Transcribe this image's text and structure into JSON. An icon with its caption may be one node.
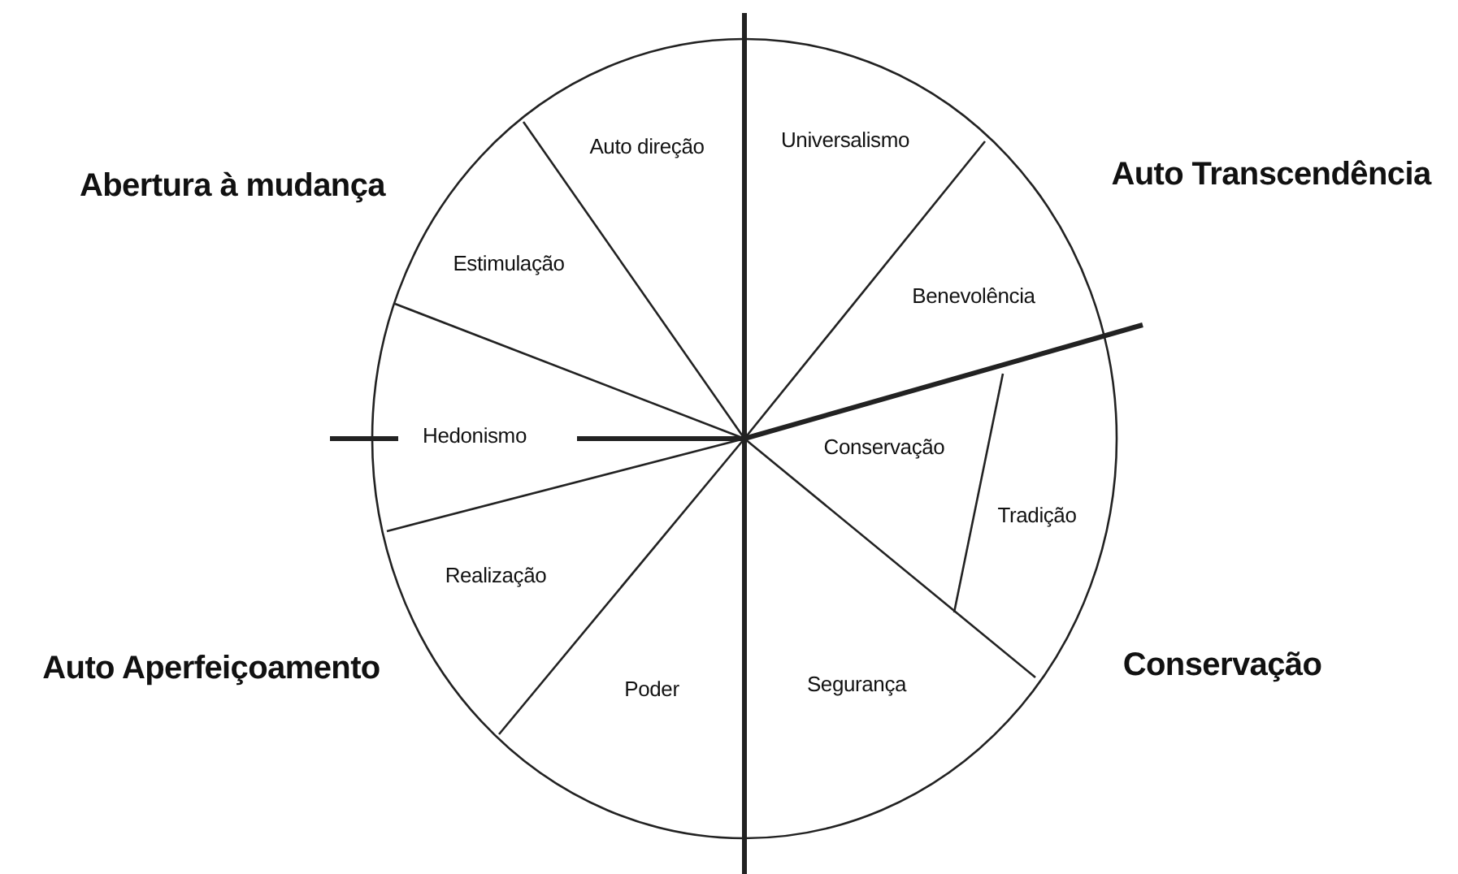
{
  "diagram": {
    "labels": [
      "Auto direção",
      "Universalismo",
      "Abertura à mudança",
      "Auto Transcendência",
      "Estimulação",
      "Benevolência",
      "Hedonismo",
      "Conservação",
      "Tradição",
      "Realização",
      "Auto Aperfeiçoamento",
      "Conservação",
      "Poder",
      "Segurança"
    ]
  }
}
